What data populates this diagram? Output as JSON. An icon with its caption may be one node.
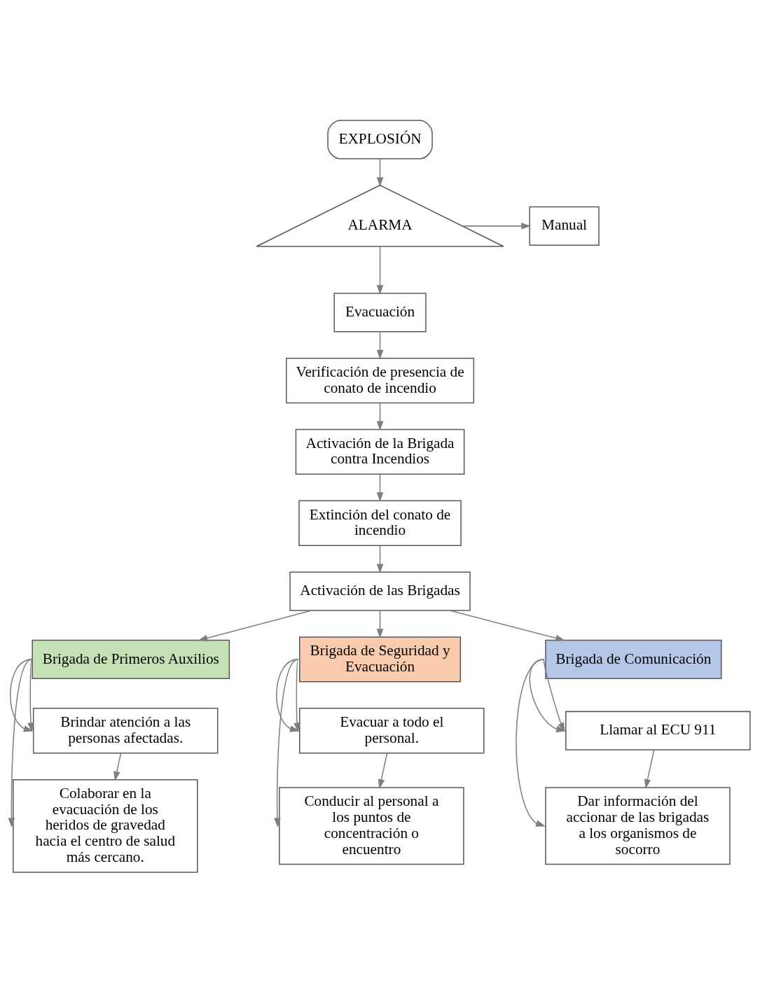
{
  "diagram": {
    "nodes": [
      {
        "text": [
          "EXPLOSIÓN"
        ]
      },
      {
        "text": [
          "ALARMA"
        ]
      },
      {
        "text": [
          "Manual"
        ]
      },
      {
        "text": [
          "Evacuación"
        ]
      },
      {
        "text": [
          "Verificación de presencia de conato de incendio"
        ]
      },
      {
        "text": [
          "Activación de la Brigada contra Incendios"
        ]
      },
      {
        "text": [
          "Extinción del conato de incendio"
        ]
      },
      {
        "text": [
          "Activación de las Brigadas"
        ]
      },
      {
        "text": [
          "Brigada de Primeros Auxilios"
        ]
      },
      {
        "text": [
          "Brigada de Seguridad y Evacuación"
        ]
      },
      {
        "text": [
          "Brigada de Comunicación"
        ]
      },
      {
        "text": [
          "Brindar atención a las personas afectadas."
        ]
      },
      {
        "text": [
          "Colaborar en la evacuación de los heridos de gravedad hacia el centro de salud más cercano."
        ]
      },
      {
        "text": [
          "Evacuar a todo el personal."
        ]
      },
      {
        "text": [
          "Conducir al personal a los puntos de concentración o encuentro"
        ]
      },
      {
        "text": [
          "Llamar al ECU 911"
        ]
      },
      {
        "text": [
          "Dar información del accionar de las brigadas a los organismos de socorro"
        ]
      }
    ],
    "edges": [
      {
        "from": 0,
        "to": 1,
        "arrow": "to"
      },
      {
        "from": 1,
        "to": 2,
        "arrow": "to"
      },
      {
        "from": 1,
        "to": 3,
        "arrow": "to"
      },
      {
        "from": 3,
        "to": 4,
        "arrow": "to"
      },
      {
        "from": 4,
        "to": 5,
        "arrow": "to"
      },
      {
        "from": 5,
        "to": 6,
        "arrow": "to"
      },
      {
        "from": 6,
        "to": 7,
        "arrow": "to"
      },
      {
        "from": 7,
        "to": 8,
        "arrow": "to"
      },
      {
        "from": 7,
        "to": 9,
        "arrow": "to"
      },
      {
        "from": 7,
        "to": 10,
        "arrow": "to"
      },
      {
        "from": 8,
        "to": 11,
        "arrow": "to"
      },
      {
        "from": 11,
        "to": 12,
        "arrow": "to"
      },
      {
        "from": 8,
        "to": 11,
        "arrow": "to"
      },
      {
        "from": 8,
        "to": 12,
        "arrow": "to"
      },
      {
        "from": 9,
        "to": 13,
        "arrow": "to"
      },
      {
        "from": 13,
        "to": 14,
        "arrow": "to"
      },
      {
        "from": 9,
        "to": 13,
        "arrow": "to"
      },
      {
        "from": 9,
        "to": 14,
        "arrow": "to"
      },
      {
        "from": 10,
        "to": 15,
        "arrow": "to"
      },
      {
        "from": 15,
        "to": 16,
        "arrow": "to"
      },
      {
        "from": 10,
        "to": 15,
        "arrow": "to"
      },
      {
        "from": 10,
        "to": 16,
        "arrow": "to"
      }
    ]
  }
}
